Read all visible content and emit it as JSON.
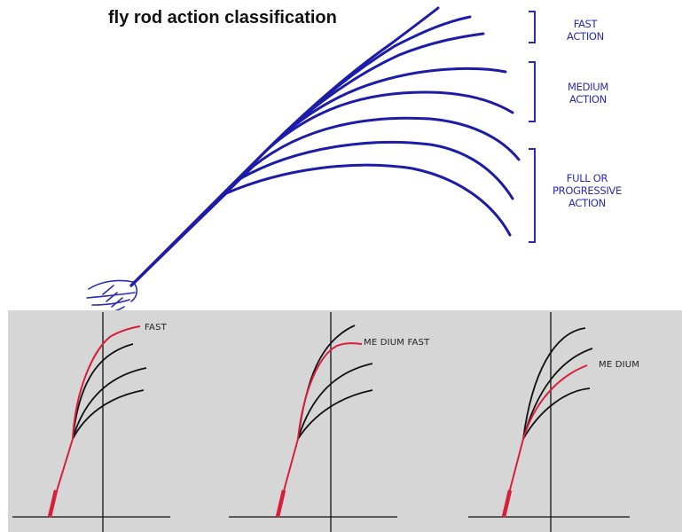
{
  "title": "fly rod action classification",
  "labels": {
    "fast_line1": "FAST",
    "fast_line2": "ACTION",
    "medium_line1": "MEDIUM",
    "medium_line2": "ACTION",
    "full_line1": "FULL OR",
    "full_line2": "PROGRESSIVE",
    "full_line3": "ACTION"
  },
  "panels": {
    "fast": "FAST",
    "medium_fast": "ME DIUM FAST",
    "medium": "ME DIUM"
  },
  "colors": {
    "rod_blue": "#1c1ca8",
    "label_blue": "#2a2bb3",
    "panel_bg": "#d6d6d6",
    "highlight_red": "#d81e3a",
    "curve_black": "#111111"
  }
}
